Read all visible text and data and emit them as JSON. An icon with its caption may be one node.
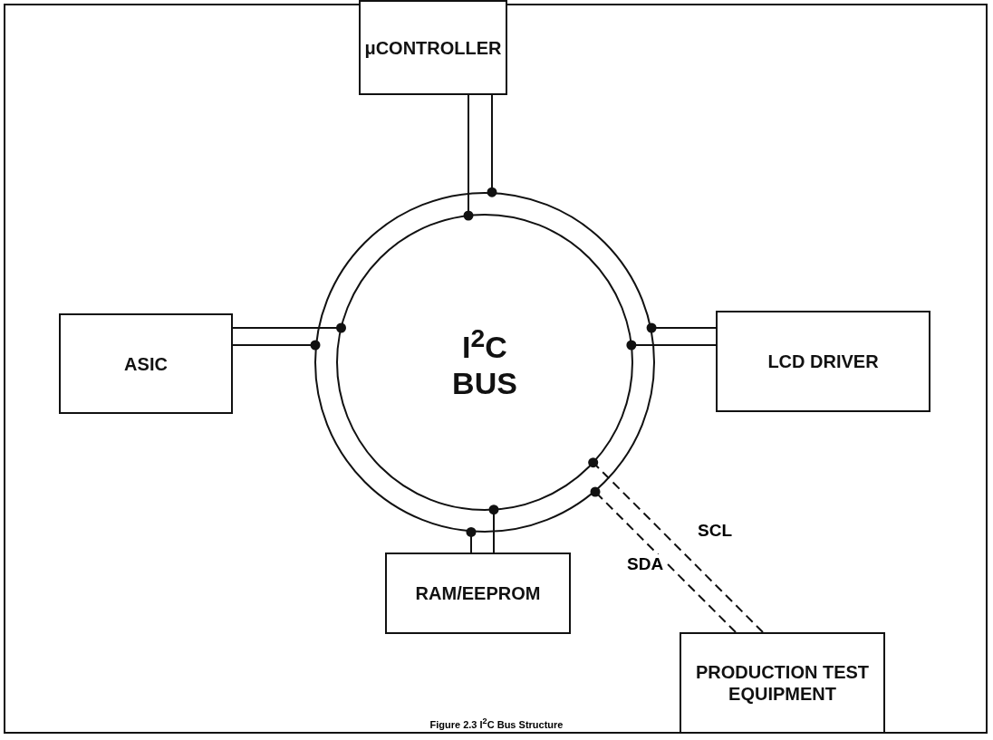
{
  "diagram": {
    "caption": "Figure 2.3 I$^{2}$C Bus Structure",
    "nodes": [
      {
        "text": [
          "μCONTROLLER"
        ]
      },
      {
        "text": [
          "ASIC"
        ]
      },
      {
        "text": [
          "I$^{2}$C BUS"
        ]
      },
      {
        "text": [
          "LCD DRIVER"
        ]
      },
      {
        "text": [
          "RAM/EEPROM"
        ]
      },
      {
        "text": [
          "PRODUCTION TEST EQUIPMENT"
        ]
      }
    ],
    "edges": [
      {
        "from": 0,
        "to": 2,
        "arrow": "other"
      },
      {
        "from": 0,
        "to": 2,
        "arrow": "other"
      },
      {
        "from": 1,
        "to": 2,
        "arrow": "other"
      },
      {
        "from": 1,
        "to": 2,
        "arrow": "other"
      },
      {
        "from": 3,
        "to": 2,
        "arrow": "other"
      },
      {
        "from": 3,
        "to": 2,
        "arrow": "other"
      },
      {
        "from": 4,
        "to": 2,
        "arrow": "other"
      },
      {
        "from": 4,
        "to": 2,
        "arrow": "other"
      },
      {
        "from": 5,
        "to": 2,
        "arrow": "other",
        "label": "SCL",
        "style": "dashed"
      },
      {
        "from": 5,
        "to": 2,
        "arrow": "other",
        "label": "SDA",
        "style": "dashed"
      }
    ]
  }
}
